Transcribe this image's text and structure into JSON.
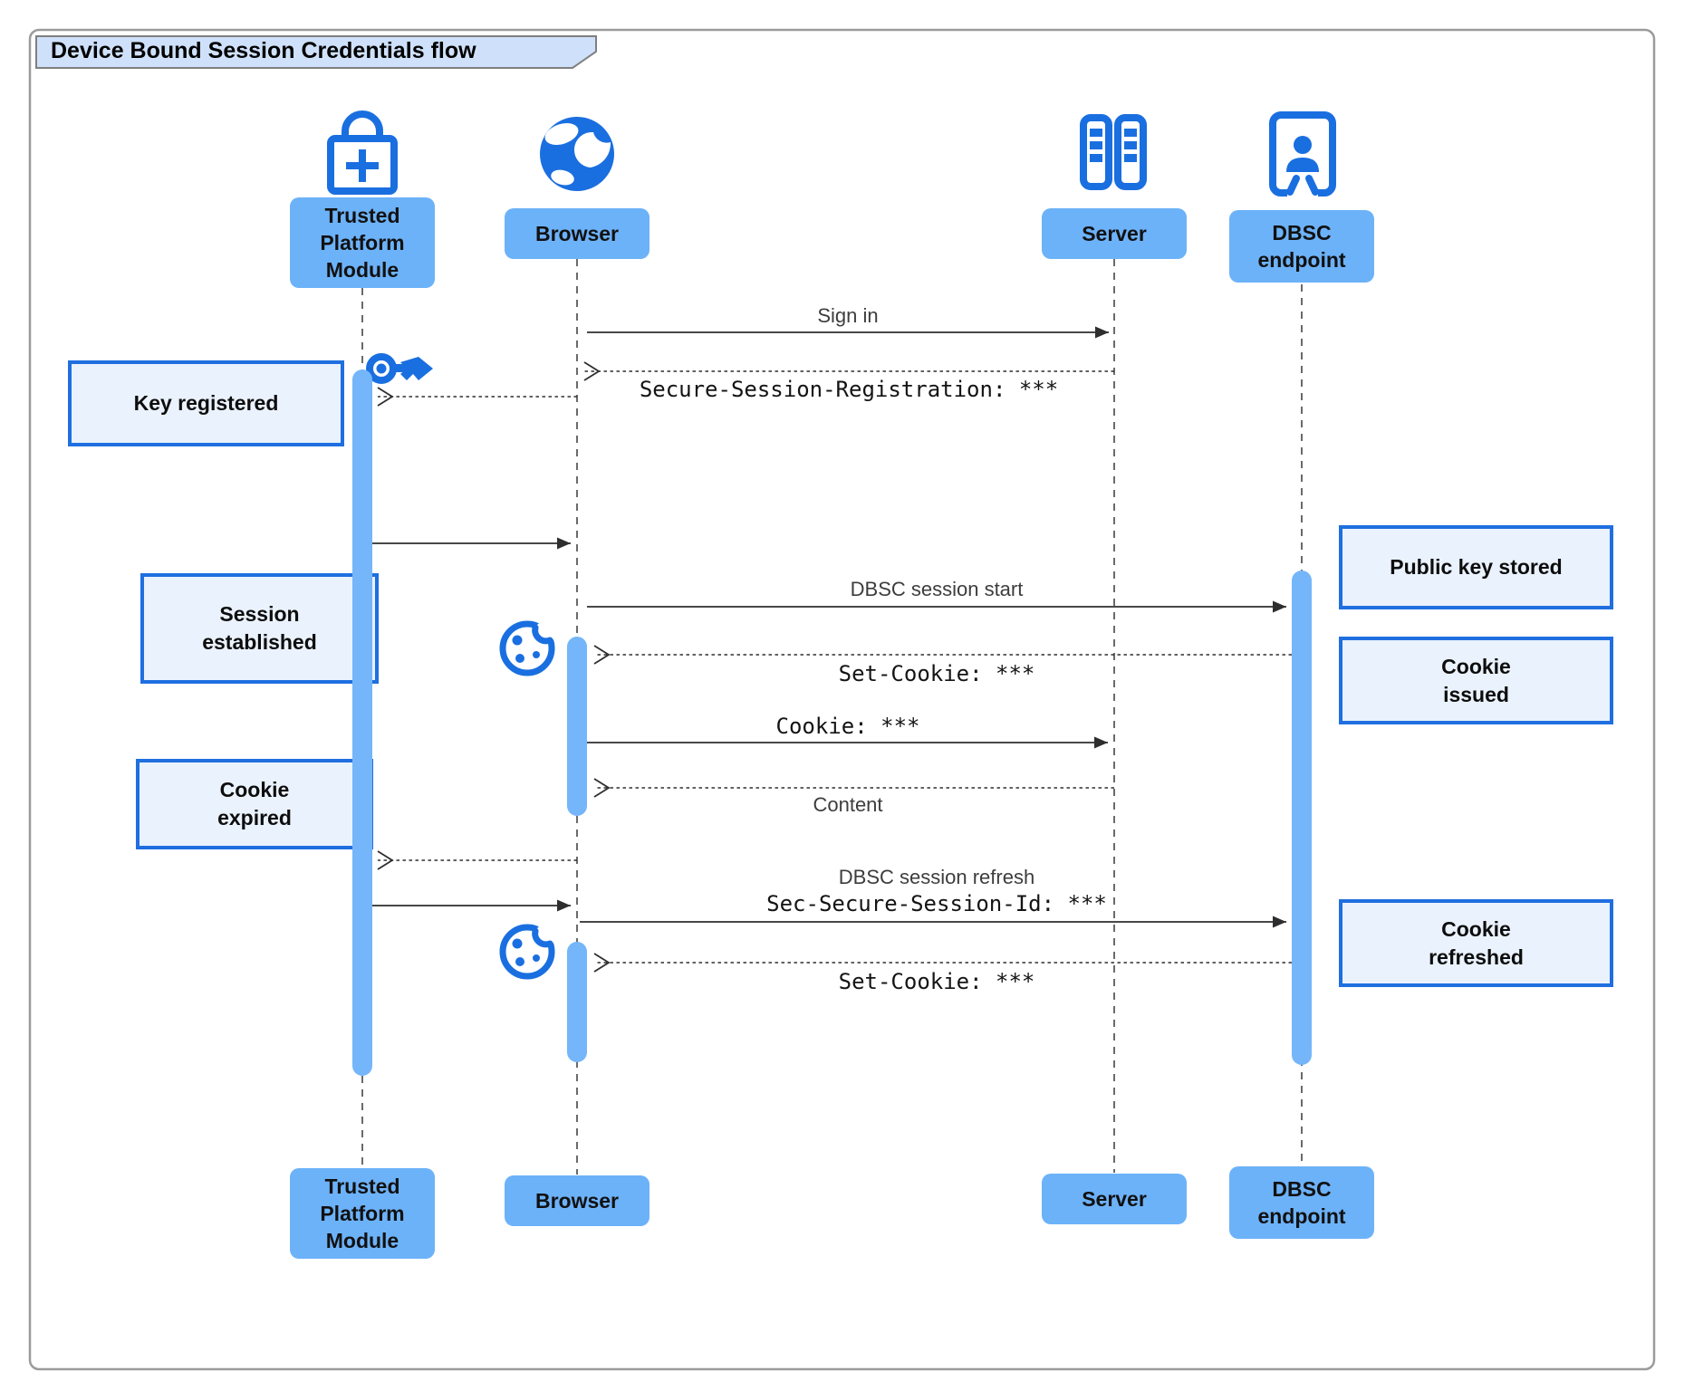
{
  "title": "Device Bound Session Credentials flow",
  "participants": [
    {
      "id": "tpm",
      "label": "Trusted\nPlatform\nModule",
      "icon": "lock-plus-icon"
    },
    {
      "id": "browser",
      "label": "Browser",
      "icon": "globe-icon"
    },
    {
      "id": "server",
      "label": "Server",
      "icon": "server-rack-icon"
    },
    {
      "id": "dbsc",
      "label": "DBSC\nendpoint",
      "icon": "doorway-user-icon"
    }
  ],
  "messages": [
    {
      "label": "Sign in",
      "from": "Browser",
      "to": "Server",
      "line": "solid"
    },
    {
      "label": "Secure-Session-Registration: ***",
      "from": "Server",
      "to": "Browser",
      "line": "dashed",
      "font": "mono"
    },
    {
      "label": "",
      "from": "Browser",
      "to": "Trusted Platform Module",
      "line": "dashed"
    },
    {
      "label": "",
      "from": "Trusted Platform Module",
      "to": "Browser",
      "line": "solid"
    },
    {
      "label": "DBSC session start",
      "from": "Browser",
      "to": "DBSC endpoint",
      "line": "solid"
    },
    {
      "label": "Set-Cookie: ***",
      "from": "DBSC endpoint",
      "to": "Browser",
      "line": "dashed",
      "font": "mono"
    },
    {
      "label": "Cookie: ***",
      "from": "Browser",
      "to": "Server",
      "line": "solid",
      "font": "mono"
    },
    {
      "label": "Content",
      "from": "Server",
      "to": "Browser",
      "line": "dashed"
    },
    {
      "label": "",
      "from": "Browser",
      "to": "Trusted Platform Module",
      "line": "dashed"
    },
    {
      "label": "",
      "from": "Trusted Platform Module",
      "to": "Browser",
      "line": "solid"
    },
    {
      "label": "DBSC session refresh",
      "label2": "Sec-Secure-Session-Id: ***",
      "from": "Browser",
      "to": "DBSC endpoint",
      "line": "solid"
    },
    {
      "label": "Set-Cookie: ***",
      "from": "DBSC endpoint",
      "to": "Browser",
      "line": "dashed",
      "font": "mono"
    }
  ],
  "notes": [
    {
      "label": "Key registered",
      "position": "left of Trusted Platform Module"
    },
    {
      "label": "Session\nestablished",
      "position": "left of Trusted Platform Module"
    },
    {
      "label": "Cookie\nexpired",
      "position": "left of Trusted Platform Module"
    },
    {
      "label": "Public key stored",
      "position": "right of DBSC endpoint"
    },
    {
      "label": "Cookie\nissued",
      "position": "right of DBSC endpoint"
    },
    {
      "label": "Cookie\nrefreshed",
      "position": "right of DBSC endpoint"
    }
  ],
  "decorations": [
    {
      "icon": "key-icon",
      "near": "Trusted Platform Module activation start"
    },
    {
      "icon": "cookie-icon",
      "near": "Browser first activation start"
    },
    {
      "icon": "cookie-icon",
      "near": "Browser second activation start"
    }
  ],
  "colors": {
    "participant_fill": "#6cb2f9",
    "activation_fill": "#74b6f9",
    "note_fill": "#eaf2fd",
    "note_border": "#1f6fe0",
    "icon_blue": "#1a6fe0",
    "title_fill": "#cfe1fa",
    "arrow": "#2e2e2e"
  }
}
